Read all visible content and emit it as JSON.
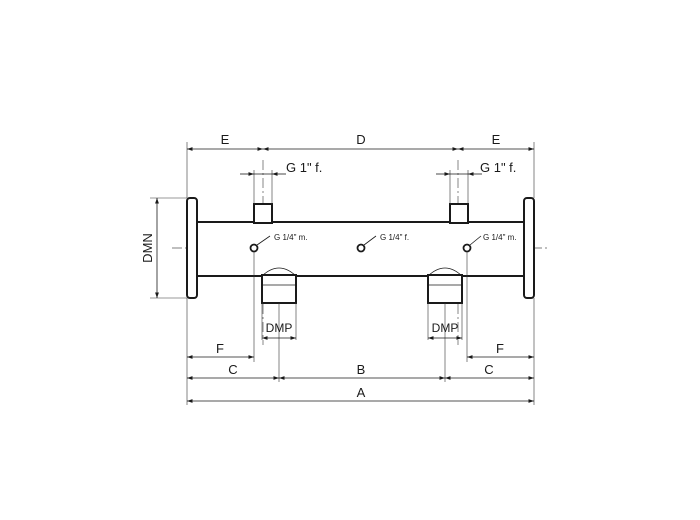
{
  "dimensions": {
    "top": [
      "E",
      "D",
      "E"
    ],
    "bottom_a": "A",
    "bottom_b": "B",
    "bottom_c_left": "C",
    "bottom_c_right": "C",
    "bottom_f_left": "F",
    "bottom_f_right": "F",
    "side": "DMN"
  },
  "connections": {
    "top_left": "G 1\" f.",
    "top_right": "G 1\" f.",
    "bottom_left": "DMP",
    "bottom_right": "DMP"
  },
  "ports": {
    "left": "G 1/4\" m.",
    "middle": "G 1/4\" f.",
    "right": "G 1/4\" m."
  }
}
